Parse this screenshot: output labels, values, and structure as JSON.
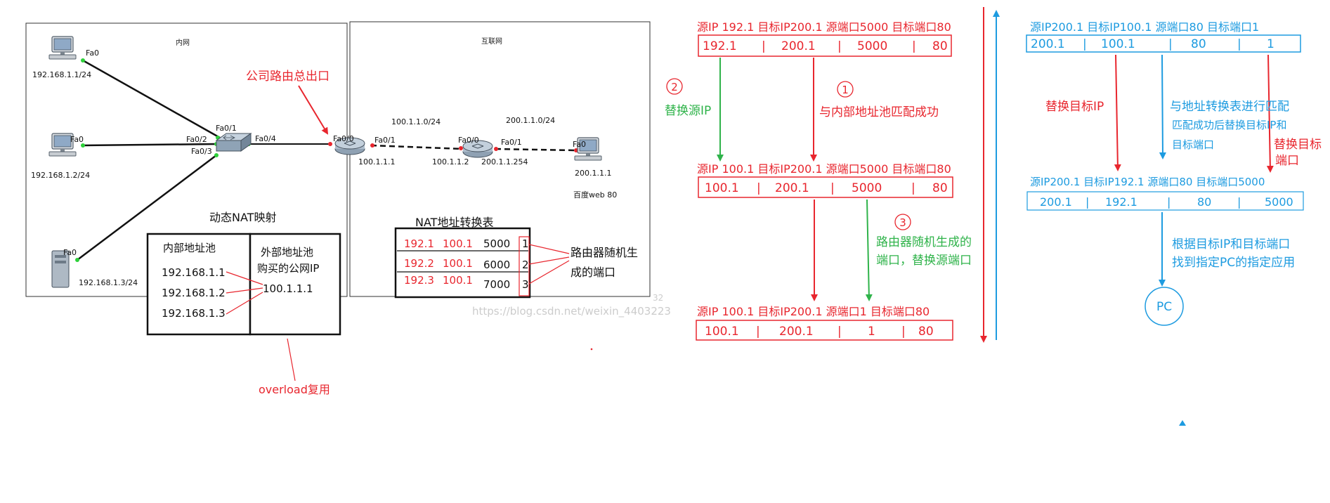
{
  "topology": {
    "lan_title": "内网",
    "wan_title": "互联网",
    "pcs": [
      {
        "ip": "192.168.1.1/24",
        "port": "Fa0"
      },
      {
        "ip": "192.168.1.2/24",
        "port": "Fa0"
      },
      {
        "ip": "192.168.1.3/24",
        "port": "Fa0"
      }
    ],
    "switch_ports": [
      "Fa0/1",
      "Fa0/2",
      "Fa0/3",
      "Fa0/4"
    ],
    "r1_ports": [
      "Fa0/0",
      "Fa0/1"
    ],
    "r1_ip": "100.1.1.1",
    "net1": "100.1.1.0/24",
    "net2": "200.1.1.0/24",
    "r2_ports": [
      "Fa0/0",
      "Fa0/1"
    ],
    "r2_ip1": "100.1.1.2",
    "r2_ip2": "200.1.1.254",
    "server_port": "Fa0",
    "server_ip": "200.1.1.1",
    "server_desc": "百度web  80",
    "company_exit": "公司路由总出口",
    "dyn_nat_title": "动态NAT映射",
    "inner_pool": {
      "title": "内部地址池",
      "ips": [
        "192.168.1.1",
        "192.168.1.2",
        "192.168.1.3"
      ]
    },
    "outer_pool": {
      "title": "外部地址池",
      "subtitle": "购买的公网IP",
      "ip": "100.1.1.1"
    },
    "nat_table": {
      "title": "NAT地址转换表",
      "rows": [
        {
          "inner": "192.1",
          "outer": "100.1",
          "port": "5000",
          "nat_port": "1"
        },
        {
          "inner": "192.2",
          "outer": "100.1",
          "port": "6000",
          "nat_port": "2"
        },
        {
          "inner": "192.3",
          "outer": "100.1",
          "port": "7000",
          "nat_port": "3"
        }
      ]
    },
    "random_port_note": [
      "路由器随机生",
      "成的端口"
    ],
    "overload": "overload复用",
    "watermark": "https://blog.csdn.net/weixin_4403223"
  },
  "outbound": {
    "packet1": {
      "header": "源IP 192.1 目标IP200.1 源端口5000 目标端口80",
      "fields": [
        "192.1",
        "200.1",
        "5000",
        "80"
      ]
    },
    "step1": {
      "num": "①",
      "text": "与内部地址池匹配成功"
    },
    "step2": {
      "num": "②",
      "text": "替换源IP"
    },
    "packet2": {
      "header": "源IP 100.1 目标IP200.1 源端口5000 目标端口80",
      "fields": [
        "100.1",
        "200.1",
        "5000",
        "80"
      ]
    },
    "step3": {
      "num": "③",
      "lines": [
        "路由器随机生成的",
        "端口，替换源端口"
      ]
    },
    "packet3": {
      "header": "源IP 100.1 目标IP200.1 源端口1 目标端口80",
      "fields": [
        "100.1",
        "200.1",
        "1",
        "80"
      ]
    }
  },
  "inbound": {
    "packet1": {
      "header": "源IP200.1 目标IP100.1 源端口80  目标端口1",
      "fields": [
        "200.1",
        "100.1",
        "80",
        "1"
      ]
    },
    "note_dst_ip": "替换目标IP",
    "note_match": [
      "与地址转换表进行匹配",
      "匹配成功后替换目标IP和",
      "目标端口"
    ],
    "note_dst_port": [
      "替换目标",
      "端口"
    ],
    "packet2": {
      "header": "源IP200.1  目标IP192.1  源端口80   目标端口5000",
      "fields": [
        "200.1",
        "192.1",
        "80",
        "5000"
      ]
    },
    "note_app": [
      "根据目标IP和目标端口",
      "找到指定PC的指定应用"
    ],
    "pc_label": "PC"
  },
  "colors": {
    "red": "#e8262e",
    "green": "#2fb34a",
    "blue": "#1d9be0",
    "black": "#111111"
  }
}
